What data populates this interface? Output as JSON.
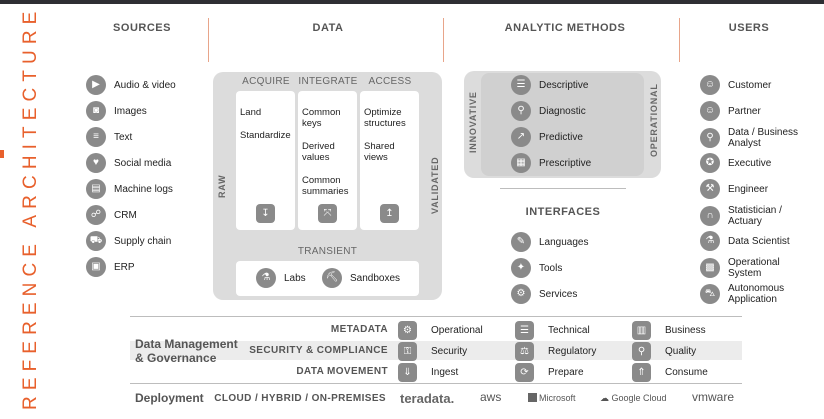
{
  "title": "REFERENCE ARCHITECTURE",
  "headers": {
    "sources": "SOURCES",
    "data": "DATA",
    "analytic": "ANALYTIC METHODS",
    "users": "USERS"
  },
  "sources": [
    {
      "label": "Audio & video",
      "icon": "audio-video-icon",
      "glyph": "▶"
    },
    {
      "label": "Images",
      "icon": "camera-icon",
      "glyph": "◙"
    },
    {
      "label": "Text",
      "icon": "text-document-icon",
      "glyph": "≡"
    },
    {
      "label": "Social media",
      "icon": "thumbs-up-icon",
      "glyph": "♥"
    },
    {
      "label": "Machine logs",
      "icon": "log-file-icon",
      "glyph": "▤"
    },
    {
      "label": "CRM",
      "icon": "crm-people-icon",
      "glyph": "☍"
    },
    {
      "label": "Supply chain",
      "icon": "truck-icon",
      "glyph": "⛟"
    },
    {
      "label": "ERP",
      "icon": "erp-icon",
      "glyph": "▣"
    }
  ],
  "data": {
    "raw_label": "RAW",
    "validated_label": "VALIDATED",
    "columns": [
      {
        "header": "ACQUIRE",
        "items": [
          "Land",
          "Standardize"
        ],
        "icon": "arrow-down-icon",
        "glyph": "↧"
      },
      {
        "header": "INTEGRATE",
        "items": [
          "Common keys",
          "Derived values",
          "Common summaries"
        ],
        "icon": "merge-icon",
        "glyph": "⤧"
      },
      {
        "header": "ACCESS",
        "items": [
          "Optimize structures",
          "Shared views"
        ],
        "icon": "arrow-up-icon",
        "glyph": "↥"
      }
    ],
    "transient_label": "TRANSIENT",
    "transient": [
      {
        "label": "Labs",
        "icon": "flask-icon",
        "glyph": "⚗"
      },
      {
        "label": "Sandboxes",
        "icon": "shovel-icon",
        "glyph": "⛏"
      }
    ]
  },
  "analytic": {
    "innovative_label": "INNOVATIVE",
    "operational_label": "OPERATIONAL",
    "methods": [
      {
        "label": "Descriptive",
        "icon": "sliders-icon",
        "glyph": "☰"
      },
      {
        "label": "Diagnostic",
        "icon": "magnifier-chart-icon",
        "glyph": "⚲"
      },
      {
        "label": "Predictive",
        "icon": "trend-chart-icon",
        "glyph": "↗"
      },
      {
        "label": "Prescriptive",
        "icon": "clipboard-icon",
        "glyph": "▦"
      }
    ],
    "interfaces_label": "INTERFACES",
    "interfaces": [
      {
        "label": "Languages",
        "icon": "language-icon",
        "glyph": "✎"
      },
      {
        "label": "Tools",
        "icon": "lightbulb-icon",
        "glyph": "✦"
      },
      {
        "label": "Services",
        "icon": "services-icon",
        "glyph": "⚙"
      }
    ]
  },
  "users": [
    {
      "label": "Customer",
      "icon": "person-icon",
      "glyph": "☺"
    },
    {
      "label": "Partner",
      "icon": "person-icon",
      "glyph": "☺"
    },
    {
      "label": "Data / Business Analyst",
      "icon": "analyst-icon",
      "glyph": "⚲"
    },
    {
      "label": "Executive",
      "icon": "executive-icon",
      "glyph": "✪"
    },
    {
      "label": "Engineer",
      "icon": "wrench-icon",
      "glyph": "⚒"
    },
    {
      "label": "Statistician / Actuary",
      "icon": "bell-curve-icon",
      "glyph": "∩"
    },
    {
      "label": "Data Scientist",
      "icon": "beaker-icon",
      "glyph": "⚗"
    },
    {
      "label": "Operational System",
      "icon": "system-chart-icon",
      "glyph": "▩"
    },
    {
      "label": "Autonomous Application",
      "icon": "car-icon",
      "glyph": "⛍"
    }
  ],
  "governance": {
    "label": "Data Management & Governance",
    "rows": [
      {
        "label": "METADATA",
        "items": [
          {
            "label": "Operational",
            "icon": "gears-icon",
            "glyph": "⚙"
          },
          {
            "label": "Technical",
            "icon": "database-icon",
            "glyph": "☰"
          },
          {
            "label": "Business",
            "icon": "bar-chart-icon",
            "glyph": "▥"
          }
        ]
      },
      {
        "label": "SECURITY & COMPLIANCE",
        "items": [
          {
            "label": "Security",
            "icon": "lock-icon",
            "glyph": "⚿"
          },
          {
            "label": "Regulatory",
            "icon": "scales-icon",
            "glyph": "⚖"
          },
          {
            "label": "Quality",
            "icon": "magnifier-icon",
            "glyph": "⚲"
          }
        ]
      },
      {
        "label": "DATA MOVEMENT",
        "items": [
          {
            "label": "Ingest",
            "icon": "ingest-icon",
            "glyph": "⇓"
          },
          {
            "label": "Prepare",
            "icon": "cycle-icon",
            "glyph": "⟳"
          },
          {
            "label": "Consume",
            "icon": "consume-icon",
            "glyph": "⇑"
          }
        ]
      }
    ]
  },
  "deployment": {
    "label": "Deployment",
    "modes": "CLOUD / HYBRID / ON-PREMISES",
    "vendors": [
      "teradata.",
      "aws",
      "Microsoft",
      "Google Cloud",
      "vmware"
    ]
  },
  "colors": {
    "accent": "#e8602c",
    "icon_gray": "#8a8a8a",
    "panel_gray": "#dcdcdc",
    "light_panel": "#ececec"
  }
}
